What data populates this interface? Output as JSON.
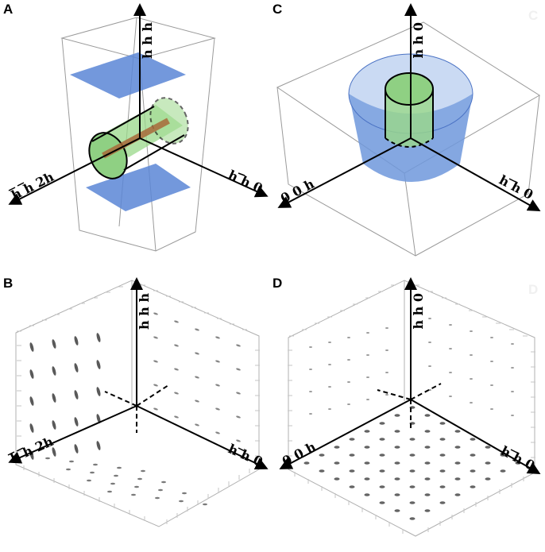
{
  "panels": [
    {
      "id": "A",
      "label": "A",
      "vertical_axis": "h h h",
      "left_axis": "h h 2h",
      "right_axis": "h h 0",
      "left_bars": [
        0,
        1
      ],
      "right_bars": [
        1
      ]
    },
    {
      "id": "B",
      "label": "B",
      "vertical_axis": "h h h",
      "left_axis": "h h 2h",
      "right_axis": "h h 0",
      "left_bars": [
        0,
        1
      ],
      "right_bars": [
        1
      ]
    },
    {
      "id": "C",
      "label": "C",
      "ghost_label": "C",
      "vertical_axis": "h h 0",
      "left_axis": "0 0 h",
      "right_axis": "h h 0",
      "right_bars": [
        1
      ]
    },
    {
      "id": "D",
      "label": "D",
      "ghost_label": "D",
      "vertical_axis": "h h 0",
      "left_axis": "0 0 h",
      "right_axis": "h h 0",
      "right_bars": [
        1
      ]
    }
  ],
  "colors": {
    "plane_blue": "#5b86d6",
    "cylinder_blue": "#6f98dc",
    "cylinder_green": "#9ad88a",
    "rod_brown": "#a86a3a",
    "axis": "#000000",
    "box": "#9a9a9a"
  }
}
